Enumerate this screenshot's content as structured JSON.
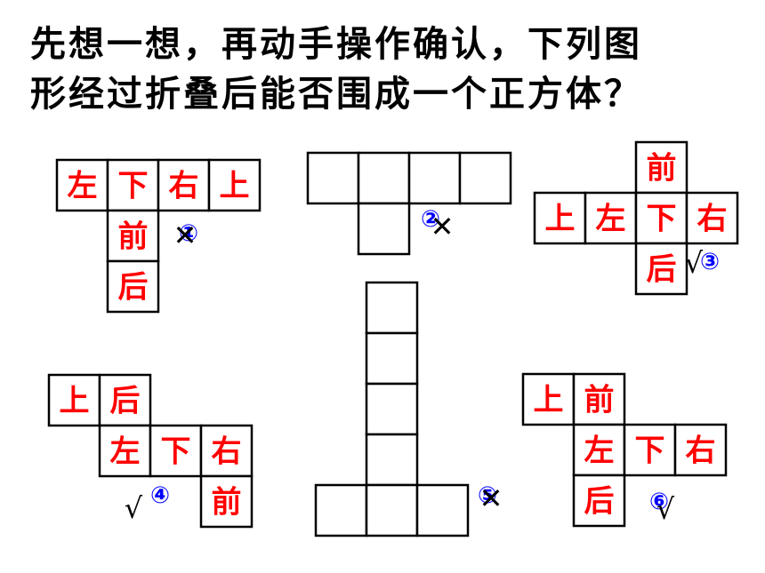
{
  "title": {
    "line1": "先想一想，再动手操作确认，下列图",
    "line2": "形经过折叠后能否围成一个正方体？"
  },
  "nets": [
    {
      "number": "①",
      "result": "cross",
      "faces": [
        {
          "label": "左"
        },
        {
          "label": "下"
        },
        {
          "label": "右"
        },
        {
          "label": "上"
        },
        {
          "label": "前"
        },
        {
          "label": "后"
        }
      ]
    },
    {
      "number": "②",
      "result": "cross",
      "faces": [
        {
          "label": ""
        },
        {
          "label": ""
        },
        {
          "label": ""
        },
        {
          "label": ""
        },
        {
          "label": ""
        }
      ]
    },
    {
      "number": "③",
      "result": "check",
      "faces": [
        {
          "label": "前"
        },
        {
          "label": "上"
        },
        {
          "label": "左"
        },
        {
          "label": "下"
        },
        {
          "label": "右"
        },
        {
          "label": "后"
        }
      ]
    },
    {
      "number": "④",
      "result": "check",
      "faces": [
        {
          "label": "上"
        },
        {
          "label": "后"
        },
        {
          "label": "左"
        },
        {
          "label": "下"
        },
        {
          "label": "右"
        },
        {
          "label": "前"
        }
      ]
    },
    {
      "number": "⑤",
      "result": "cross",
      "faces": [
        {
          "label": ""
        },
        {
          "label": ""
        },
        {
          "label": ""
        },
        {
          "label": ""
        },
        {
          "label": ""
        },
        {
          "label": ""
        },
        {
          "label": ""
        }
      ]
    },
    {
      "number": "⑥",
      "result": "check",
      "faces": [
        {
          "label": "上"
        },
        {
          "label": "前"
        },
        {
          "label": "左"
        },
        {
          "label": "下"
        },
        {
          "label": "右"
        },
        {
          "label": "后"
        }
      ]
    }
  ],
  "marks": {
    "cross": "✕",
    "check": "√"
  },
  "colors": {
    "face_label": "#ff0000",
    "number": "#0000ff",
    "outline": "#000000"
  }
}
